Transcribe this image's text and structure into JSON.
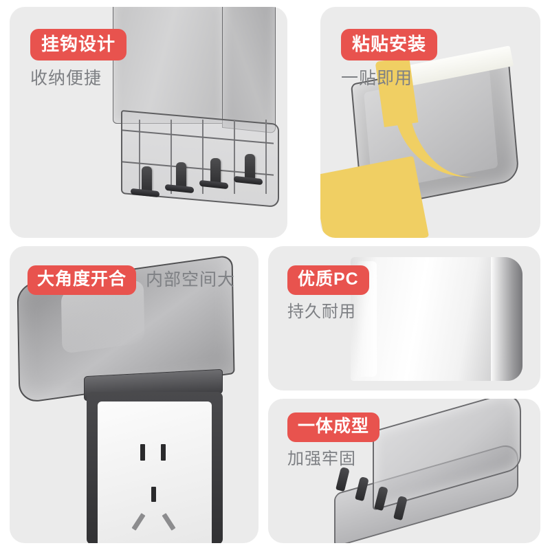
{
  "page": {
    "background_color": "#ffffff",
    "panel_color": "#ebebeb",
    "badge_color": "#e8534e",
    "badge_text_color": "#ffffff",
    "subtitle_color": "#7e8084",
    "layout": "2-column feature grid, 5 panels"
  },
  "panels": [
    {
      "id": "panel-hook-design",
      "badge": "挂钩设计",
      "subtitle": "收纳便捷",
      "image_subject": "transparent smoke-gray socket cover mounted on wall with four black hooks on the lower wire rack",
      "hook_count": 4
    },
    {
      "id": "panel-adhesive-install",
      "badge": "粘贴安装",
      "subtitle": "一贴即用",
      "image_subject": "socket cover with yellow adhesive backing liner being peeled off",
      "adhesive_color": "#f0cf63"
    },
    {
      "id": "panel-wide-open-angle",
      "badge": "大角度开合",
      "subtitle": "内部空间大",
      "image_subject": "cover flipped wide open revealing a white Chinese 5-hole wall socket",
      "socket_type": "CN 2-pin + 3-pin 5-hole"
    },
    {
      "id": "panel-quality-pc",
      "badge": "优质PC",
      "subtitle": "持久耐用",
      "image_subject": "close-up of the glossy white PC plastic shell surface"
    },
    {
      "id": "panel-one-piece-molding",
      "badge": "一体成型",
      "subtitle": "加强牢固",
      "image_subject": "three-quarter view of the complete clear cover with four hooks on the base frame",
      "hook_count": 4
    }
  ]
}
